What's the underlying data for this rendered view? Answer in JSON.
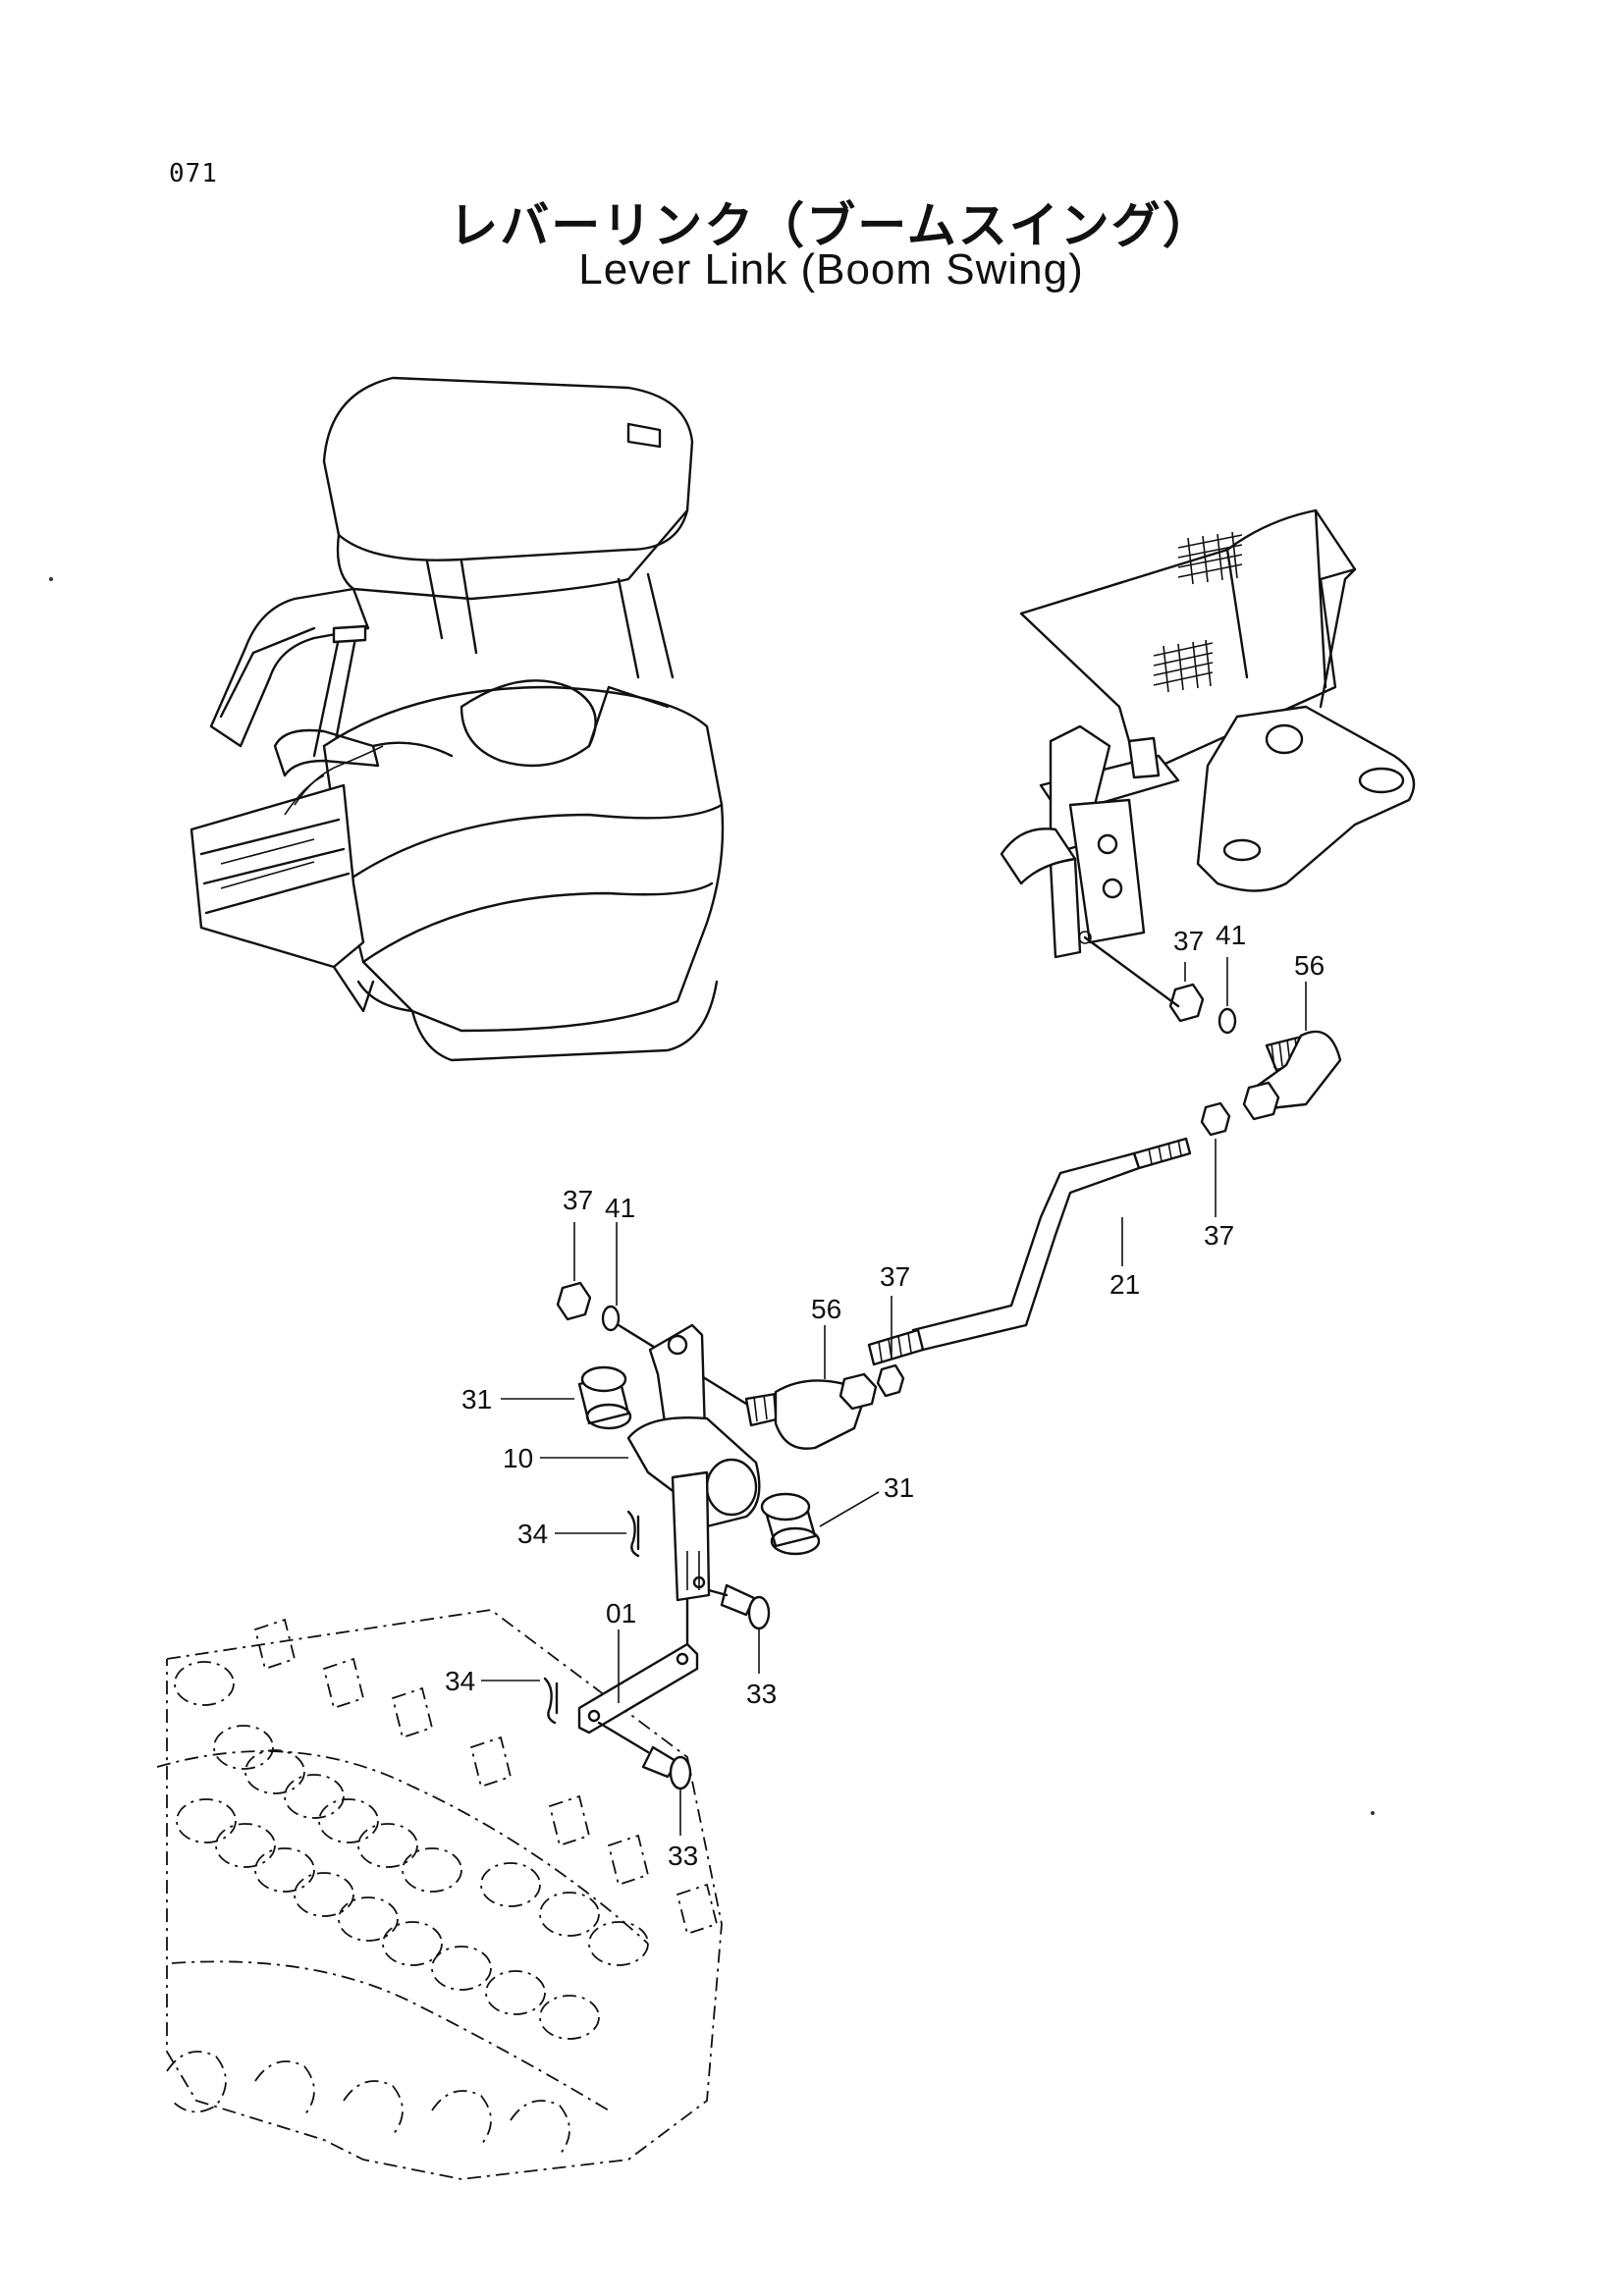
{
  "page_number": "071",
  "title_japanese": "レバーリンク（ブームスイング）",
  "title_english": "Lever Link (Boom Swing)",
  "callouts": [
    {
      "id": "c37a",
      "label": "37"
    },
    {
      "id": "c41a",
      "label": "41"
    },
    {
      "id": "c56a",
      "label": "56"
    },
    {
      "id": "c37b",
      "label": "37"
    },
    {
      "id": "c21",
      "label": "21"
    },
    {
      "id": "c37c",
      "label": "37"
    },
    {
      "id": "c41b",
      "label": "41"
    },
    {
      "id": "c56b",
      "label": "56"
    },
    {
      "id": "c37d",
      "label": "37"
    },
    {
      "id": "c31a",
      "label": "31"
    },
    {
      "id": "c10",
      "label": "10"
    },
    {
      "id": "c31b",
      "label": "31"
    },
    {
      "id": "c34a",
      "label": "34"
    },
    {
      "id": "c01",
      "label": "01"
    },
    {
      "id": "c33a",
      "label": "33"
    },
    {
      "id": "c34b",
      "label": "34"
    },
    {
      "id": "c33b",
      "label": "33"
    }
  ]
}
